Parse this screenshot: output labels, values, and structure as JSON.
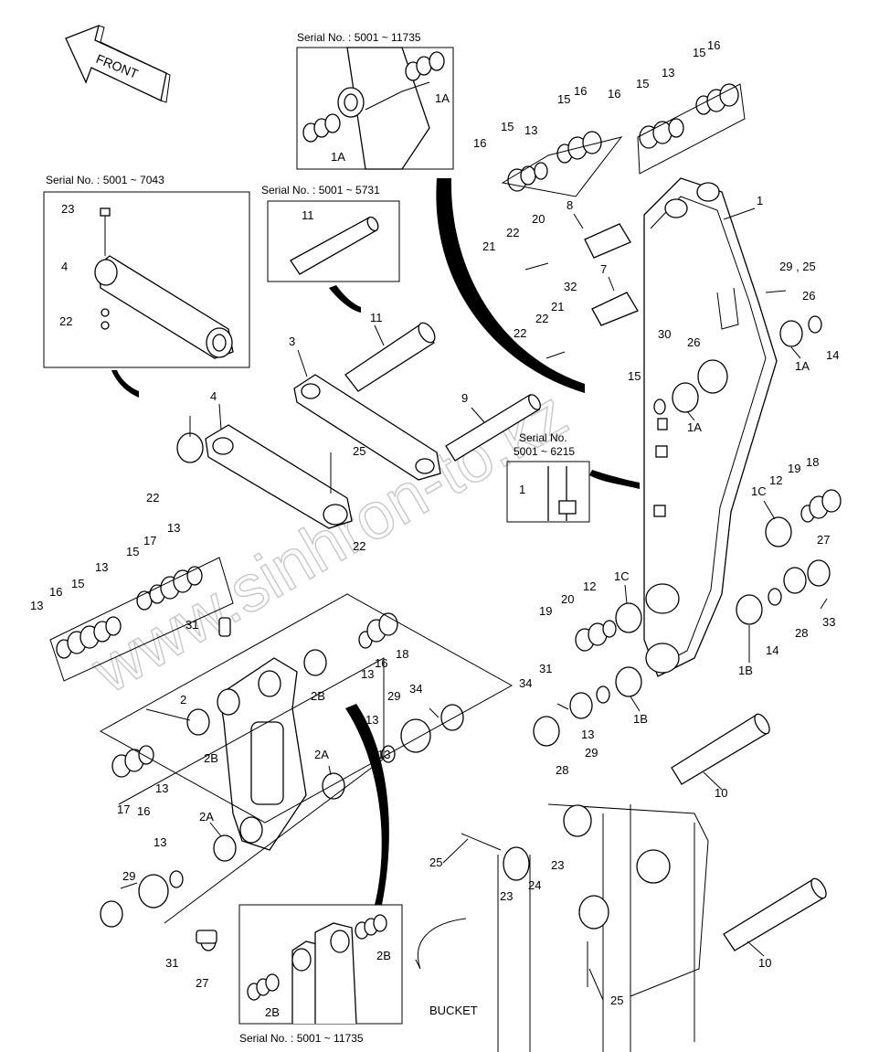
{
  "orientation_label": "FRONT",
  "bucket_label": "BUCKET",
  "watermark": "www.sinhron-to.kz",
  "insets": [
    {
      "id": "inset-top-center",
      "caption": "Serial No. : 5001 ~ 11735",
      "labels": [
        "1A",
        "1A"
      ]
    },
    {
      "id": "inset-top-left",
      "caption": "Serial No. : 5001 ~ 7043",
      "labels": [
        "23",
        "4",
        "22"
      ]
    },
    {
      "id": "inset-pin",
      "caption": "Serial No. : 5001 ~ 5731",
      "labels": [
        "11"
      ]
    },
    {
      "id": "inset-small",
      "caption_line1": "Serial No.",
      "caption_line2": "5001 ~ 6215",
      "labels": [
        "1"
      ]
    },
    {
      "id": "inset-bottom",
      "caption": "Serial No. : 5001 ~ 11735",
      "labels": [
        "2B",
        "2B"
      ]
    }
  ],
  "callouts": [
    "1",
    "1A",
    "1A",
    "1B",
    "1B",
    "1C",
    "1C",
    "2",
    "2A",
    "2A",
    "2B",
    "2B",
    "3",
    "4",
    "7",
    "8",
    "9",
    "10",
    "10",
    "11",
    "12",
    "12",
    "13",
    "13",
    "13",
    "13",
    "13",
    "13",
    "13",
    "13",
    "13",
    "13",
    "13",
    "14",
    "14",
    "15",
    "15",
    "15",
    "15",
    "15",
    "15",
    "15",
    "16",
    "16",
    "16",
    "16",
    "16",
    "16",
    "16",
    "17",
    "17",
    "18",
    "18",
    "19",
    "19",
    "20",
    "20",
    "21",
    "21",
    "22",
    "22",
    "22",
    "22",
    "22",
    "23",
    "23",
    "24",
    "25",
    "25",
    "25",
    "26",
    "26",
    "27",
    "27",
    "28",
    "28",
    "29",
    "29",
    "29",
    "29 , 25",
    "30",
    "31",
    "31",
    "31",
    "32",
    "33",
    "34",
    "34"
  ]
}
